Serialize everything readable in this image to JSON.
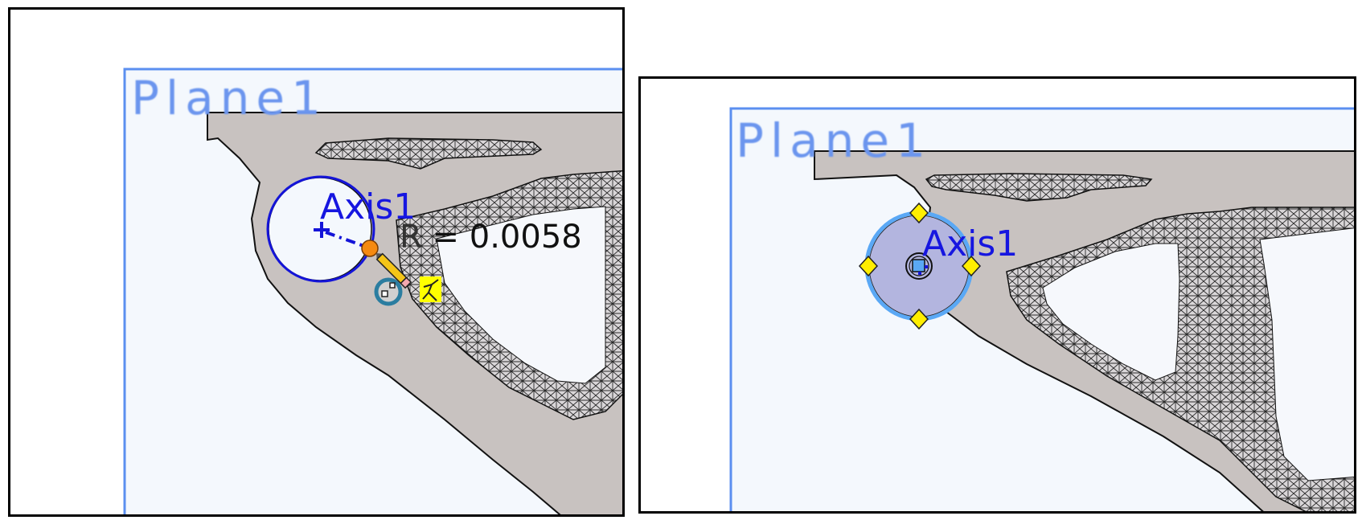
{
  "panels": [
    {
      "id": "left",
      "state": "sketching-circle",
      "plane_label": "Plane1",
      "axis_label": "Axis1",
      "dimension_prefix": "R",
      "dimension_equals": "=",
      "dimension_value": "0.0058",
      "cursor_icon": "pencil-cursor-icon",
      "inference_icons": [
        "circle-snap-icon",
        "coincident-relation-icon"
      ]
    },
    {
      "id": "right",
      "state": "circle-selected",
      "plane_label": "Plane1",
      "axis_label": "Axis1",
      "handles": [
        "top",
        "left",
        "right",
        "bottom"
      ],
      "center_marker": "center-point-icon"
    }
  ],
  "colors": {
    "plane_border": "#5b8ff0",
    "plane_fill": "#f4f8fd",
    "part_fill": "#c8c2c0",
    "sketch_blue": "#1414d8",
    "selected_circle": "#5aa8f5",
    "selected_fill": "#b3b5df",
    "handle_yellow": "#ffee00",
    "orange_point": "#f58a10",
    "relation_badge": "#ffff00"
  }
}
